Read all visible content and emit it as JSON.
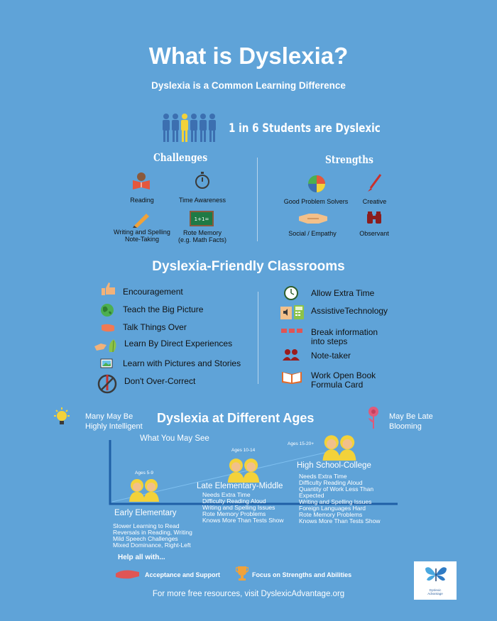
{
  "header": {
    "title": "What is Dyslexia?",
    "subtitle": "Dyslexia is a Common Learning Difference",
    "stat": "1 in 6 Students are Dyslexic"
  },
  "challenges": {
    "heading": "Challenges",
    "items": [
      "Reading",
      "Time Awareness",
      "Writing and Spelling\nNote-Taking",
      "Rote Memory\n(e.g. Math Facts)"
    ]
  },
  "strengths": {
    "heading": "Strengths",
    "items": [
      "Good Problem Solvers",
      "Creative",
      "Social / Empathy",
      "Observant"
    ]
  },
  "classrooms": {
    "heading": "Dyslexia-Friendly Classrooms",
    "left": [
      "Encouragement",
      "Teach the Big Picture",
      "Talk Things Over",
      "Learn By Direct Experiences",
      "Learn with Pictures and Stories",
      "Don't Over-Correct"
    ],
    "right": [
      "Allow Extra Time",
      "AssistiveTechnology",
      "Break information\ninto steps",
      "Note-taker",
      "Work Open Book\nFormula Card"
    ]
  },
  "ages": {
    "heading": "Dyslexia at Different Ages",
    "left_note": "Many May Be\nHighly Intelligent",
    "right_note": "May Be Late\nBlooming",
    "axis_label": "What You May See",
    "stages": [
      {
        "age": "Ages 5-9",
        "name": "Early Elementary",
        "signs": [
          "Slower Learning to Read",
          "Reversals in Reading, Writing",
          "Mild Speech Challenges",
          "Mixed Dominance, Right-Left"
        ]
      },
      {
        "age": "Ages 10-14",
        "name": "Late Elementary-Middle",
        "signs": [
          "Needs Extra Time",
          "Difficulty Reading Aloud",
          "Writing and Spelling Issues",
          "Rote Memory Problems",
          "Knows More Than Tests Show"
        ]
      },
      {
        "age": "Ages 15-20+",
        "name": "High School-College",
        "signs": [
          "Needs Extra Time",
          "Difficulty Reading Aloud",
          "Quantity of Work Less Than",
          "Expected",
          "Writing and Spelling Issues",
          "Foreign Languages Hard",
          "Rote Memory Problems",
          "Knows More Than Tests Show"
        ]
      }
    ]
  },
  "help": {
    "heading": "Help all with...",
    "items": [
      "Acceptance and Support",
      "Focus on Strengths and Abilities"
    ]
  },
  "footer": {
    "text": "For more free resources, visit DyslexicAdvantage.org",
    "logo_text": "Dyslexic\nAdvantage"
  },
  "colors": {
    "background": "#5fa3d8",
    "figure": "#3c6fb0",
    "highlight_figure": "#f3d23a",
    "timeline": "#1f5fa6"
  }
}
